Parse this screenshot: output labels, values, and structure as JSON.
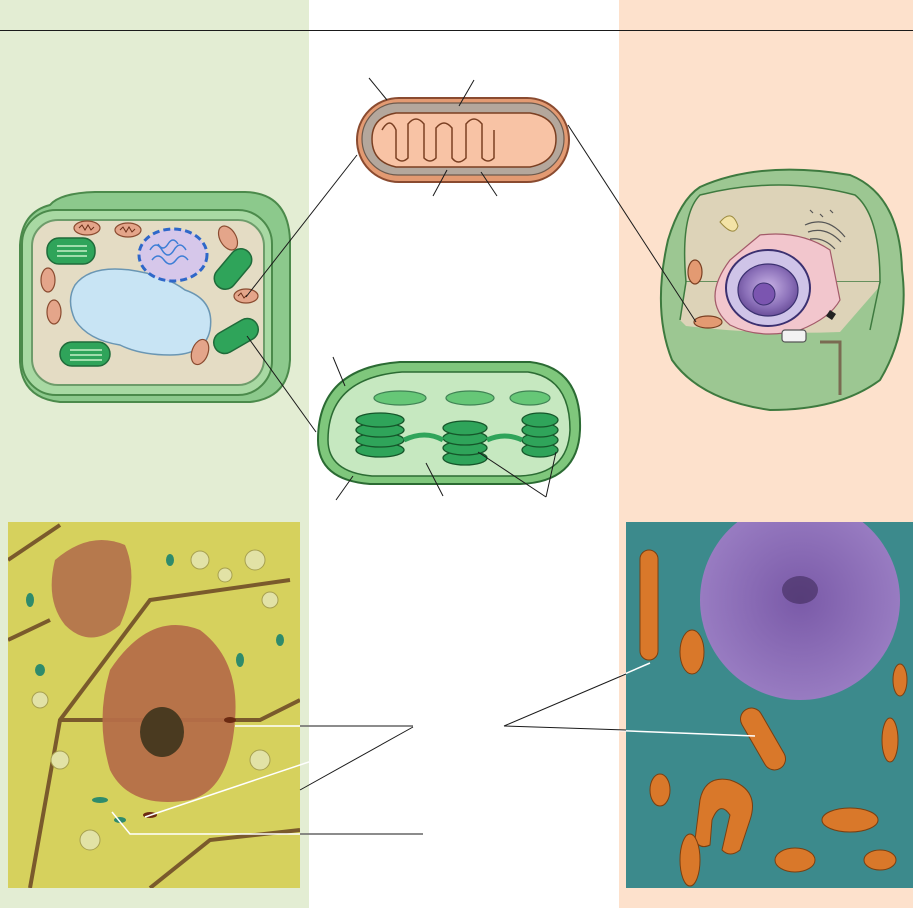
{
  "colors": {
    "plant_panel_bg": "#e3edd3",
    "animal_panel_bg": "#fde1cc",
    "mitochondrion_fill": "#f6b999",
    "chloroplast_fill": "#2fa45a",
    "cell_wall": "#9cd39a",
    "cytoplasm": "#e4dcc4",
    "vacuole": "#c8e4f4",
    "nucleus_purple": "#8a6fb8",
    "micrograph_plant_bg": "#d9d561",
    "micrograph_animal_bg": "#3c8a8c",
    "micrograph_mitochondria": "#d9782a"
  },
  "figure": {
    "text_labels": []
  },
  "icons": {
    "plant_cell": "plant-cell-illustration",
    "animal_cell": "animal-cell-illustration",
    "mitochondrion": "mitochondrion-cross-section",
    "chloroplast": "chloroplast-cross-section",
    "plant_micrograph": "plant-cell-light-micrograph",
    "animal_micrograph": "animal-cell-electron-micrograph"
  }
}
